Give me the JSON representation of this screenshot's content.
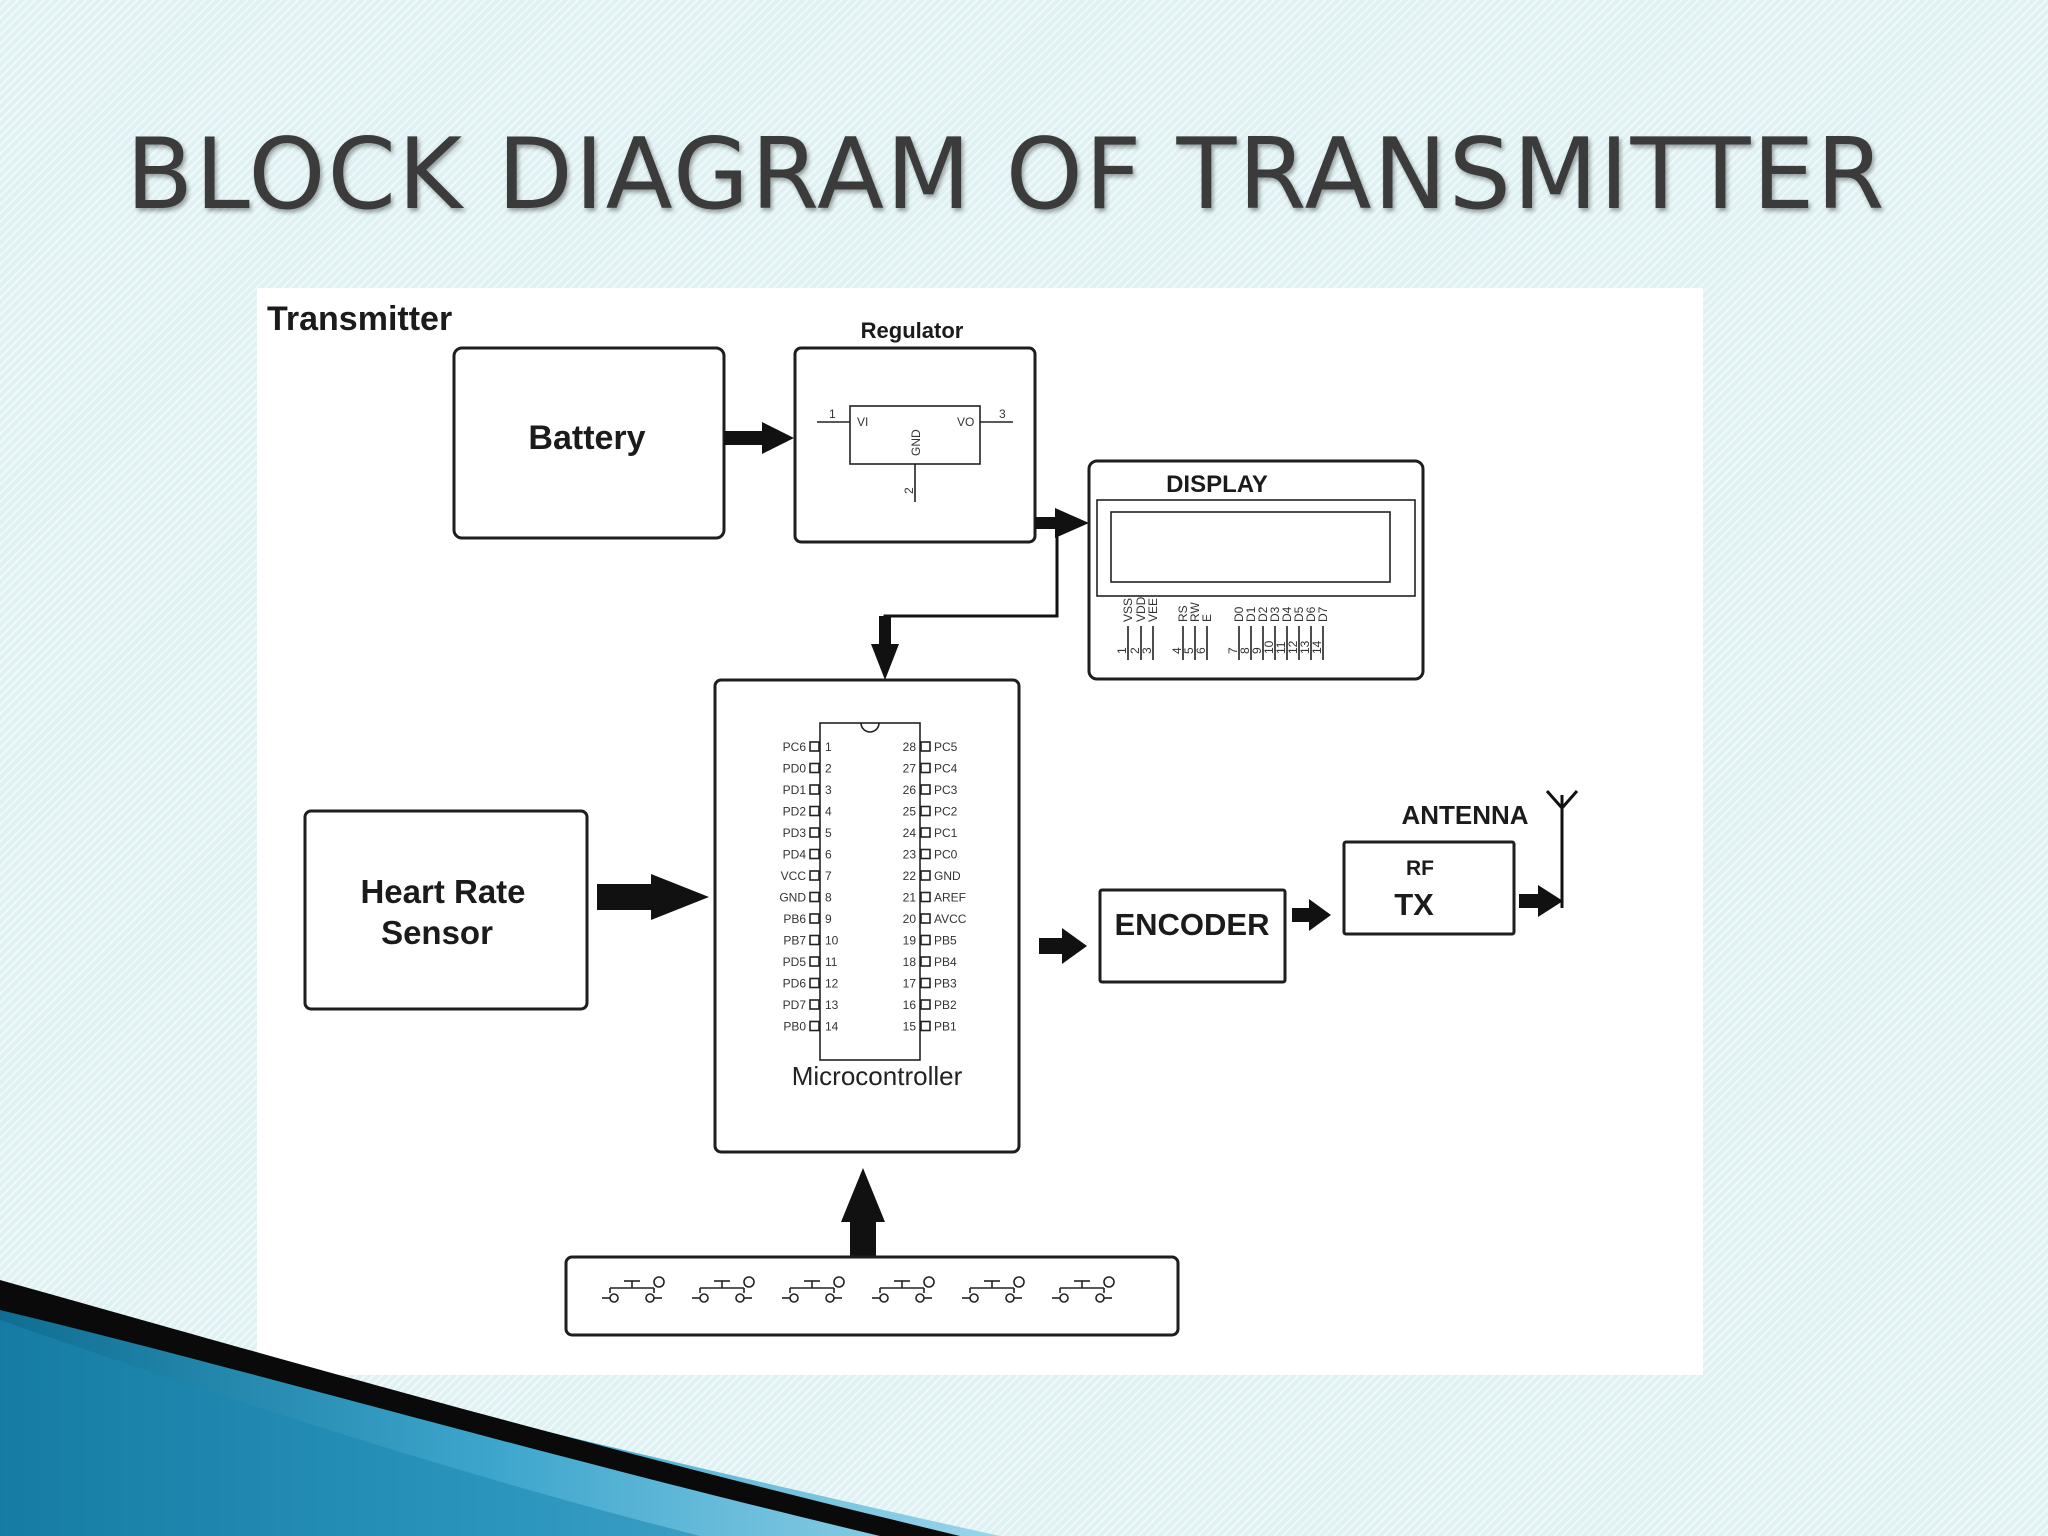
{
  "slide": {
    "title": "BLOCK DIAGRAM OF TRANSMITTER"
  },
  "diagram": {
    "section_label": "Transmitter",
    "battery": "Battery",
    "regulator": {
      "title": "Regulator",
      "vi": "VI",
      "vo": "VO",
      "gnd": "GND",
      "pin_in": "1",
      "pin_out": "3",
      "pin_gnd": "2"
    },
    "display": {
      "title": "DISPLAY",
      "pins": [
        "VSS",
        "VDD",
        "VEE",
        "RS",
        "RW",
        "E",
        "D0",
        "D1",
        "D2",
        "D3",
        "D4",
        "D5",
        "D6",
        "D7"
      ]
    },
    "heart_rate_sensor": {
      "line1": "Heart Rate",
      "line2": "Sensor"
    },
    "microcontroller": {
      "label": "Microcontroller",
      "left_pins": [
        {
          "name": "PC6",
          "num": "1"
        },
        {
          "name": "PD0",
          "num": "2"
        },
        {
          "name": "PD1",
          "num": "3"
        },
        {
          "name": "PD2",
          "num": "4"
        },
        {
          "name": "PD3",
          "num": "5"
        },
        {
          "name": "PD4",
          "num": "6"
        },
        {
          "name": "VCC",
          "num": "7"
        },
        {
          "name": "GND",
          "num": "8"
        },
        {
          "name": "PB6",
          "num": "9"
        },
        {
          "name": "PB7",
          "num": "10"
        },
        {
          "name": "PD5",
          "num": "11"
        },
        {
          "name": "PD6",
          "num": "12"
        },
        {
          "name": "PD7",
          "num": "13"
        },
        {
          "name": "PB0",
          "num": "14"
        }
      ],
      "right_pins": [
        {
          "name": "PC5",
          "num": "28"
        },
        {
          "name": "PC4",
          "num": "27"
        },
        {
          "name": "PC3",
          "num": "26"
        },
        {
          "name": "PC2",
          "num": "25"
        },
        {
          "name": "PC1",
          "num": "24"
        },
        {
          "name": "PC0",
          "num": "23"
        },
        {
          "name": "GND",
          "num": "22"
        },
        {
          "name": "AREF",
          "num": "21"
        },
        {
          "name": "AVCC",
          "num": "20"
        },
        {
          "name": "PB5",
          "num": "19"
        },
        {
          "name": "PB4",
          "num": "18"
        },
        {
          "name": "PB3",
          "num": "17"
        },
        {
          "name": "PB2",
          "num": "16"
        },
        {
          "name": "PB1",
          "num": "15"
        }
      ]
    },
    "encoder": "ENCODER",
    "rf_tx": {
      "line1": "RF",
      "line2": "TX"
    },
    "antenna": "ANTENNA"
  }
}
